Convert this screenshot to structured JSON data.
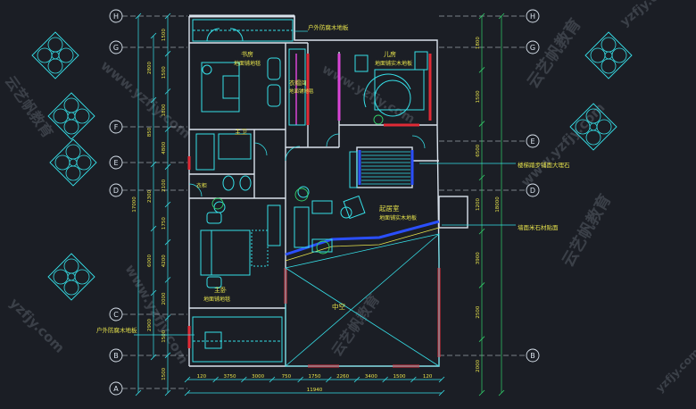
{
  "grid_left": [
    "H",
    "G",
    "F",
    "E",
    "D",
    "C",
    "B",
    "A"
  ],
  "grid_right": [
    "H",
    "G",
    "E",
    "D",
    "B"
  ],
  "dims_left_1": [
    "1500",
    "1500",
    "1800",
    "4800",
    "2100",
    "1750",
    "4200",
    "2000",
    "1500",
    "1500"
  ],
  "dims_left_2": [
    "2800",
    "850",
    "2300",
    "6000",
    "2900"
  ],
  "dims_left_total": "17000",
  "dims_right_1": [
    "1800",
    "1500",
    "6500",
    "1200",
    "3900",
    "2500",
    "2000"
  ],
  "dims_right_total": "18000",
  "dims_bottom": [
    "120",
    "3750",
    "3000",
    "750",
    "1750",
    "2260",
    "3400",
    "1500",
    "120"
  ],
  "dims_bottom_total": "11940",
  "rooms": {
    "outdoor_top": "户外防腐木地板",
    "study": "书房",
    "study_floor": "地面铺地毯",
    "closet": "衣帽间",
    "closet_floor": "地面铺地毯",
    "children": "儿房",
    "children_floor": "地面铺实木地板",
    "bath": "主卫",
    "dressing": "衣柜",
    "master": "主卧",
    "master_floor": "地面铺地毯",
    "living": "起居室",
    "living_floor": "地面铺实木地板",
    "void": "中空",
    "outdoor_bottom": "户外防腐木地板"
  },
  "notes": {
    "stair": "楼梯踏步铺面大理石",
    "wall": "墙面米石材贴面"
  },
  "watermark_text": [
    "yzfjy.com",
    "云艺帆教育",
    "www.yzfjy.com"
  ],
  "colors": {
    "background": "#1b1e25",
    "wall": "#d9e2ec",
    "cyan": "#36e0e8",
    "blue": "#2a4fff",
    "red": "#e02a36",
    "magenta": "#d945d6",
    "yellow": "#e7e34c",
    "green": "#32d06a"
  }
}
